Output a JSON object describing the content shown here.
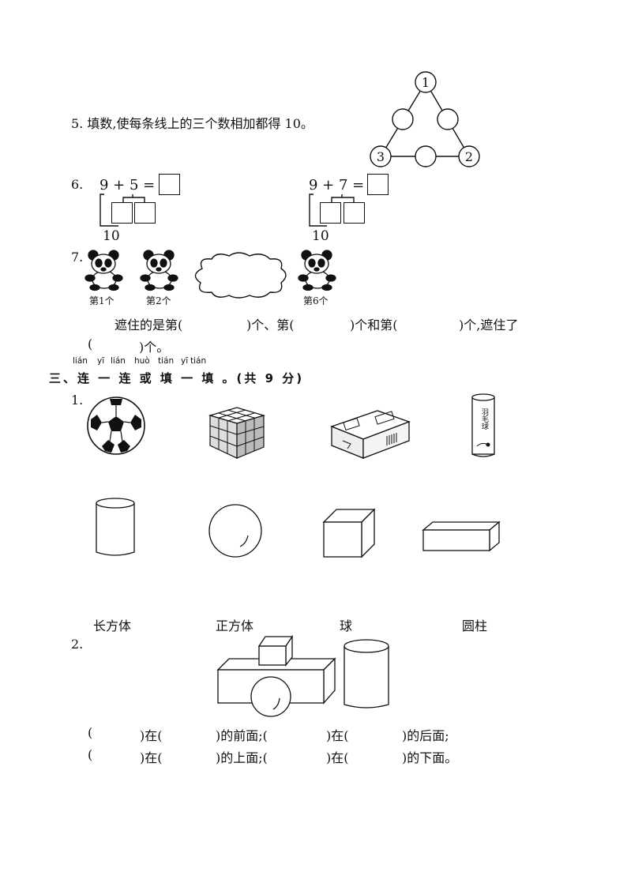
{
  "q5": {
    "label": "5. 填数,使每条线上的三个数相加都得 10。",
    "top": "1",
    "bottom_left": "3",
    "bottom_right": "2"
  },
  "q6": {
    "num": "6.",
    "left_eq": "9 + 5 =",
    "left_ten": "10",
    "right_eq": "9 + 7 =",
    "right_ten": "10"
  },
  "q7": {
    "num": "7.",
    "cap1": "第1个",
    "cap2": "第2个",
    "cap3": "第6个",
    "line1": {
      "a": "遮住的是第(",
      "b": ")个、第(",
      "c": ")个和第(",
      "d": ")个,遮住了"
    },
    "line2": {
      "a": "(",
      "b": ")个。"
    }
  },
  "section3": {
    "pinyin": [
      "lián",
      "yī",
      "lián",
      "huò",
      "tián",
      "yī",
      "tián"
    ],
    "heading": "三、连 一 连 或 填 一 填 。(共 9 分)"
  },
  "s3q1": {
    "num": "1.",
    "labels": [
      "长方体",
      "正方体",
      "球",
      "圆柱"
    ],
    "tube_text": "羽毛球"
  },
  "s3q2": {
    "num": "2.",
    "row1": {
      "a": "(",
      "b": ")在(",
      "c": ")的前面;(",
      "d": ")在(",
      "e": ")的后面;"
    },
    "row2": {
      "a": "(",
      "b": ")在(",
      "c": ")的上面;(",
      "d": ")在(",
      "e": ")的下面。"
    }
  }
}
